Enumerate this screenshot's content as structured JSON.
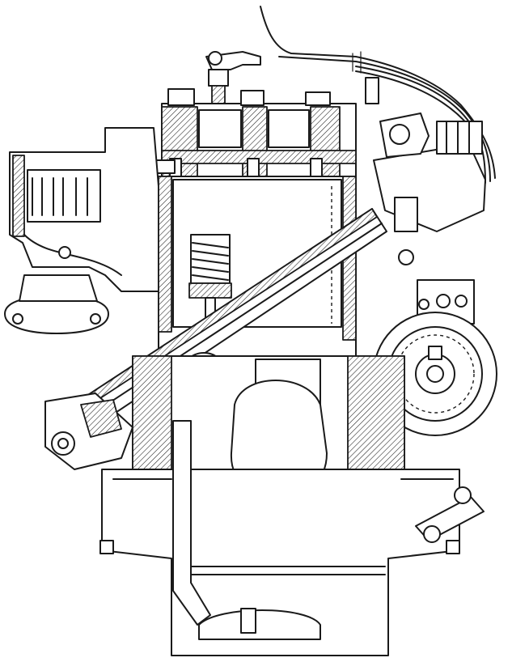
{
  "figure": {
    "kind": "engine-cross-section-line-drawing",
    "colors": {
      "ink": "#1a1a1a",
      "paper": "#ffffff"
    },
    "parts": [
      "cylinder-head",
      "head-bolt",
      "spark-plug",
      "spark-plug-wire",
      "distributor",
      "ignition-cable",
      "intake-manifold",
      "exhaust-flange",
      "cylinder-bore",
      "valve-spring",
      "pushrod",
      "camshaft",
      "crankcase",
      "crankshaft",
      "connecting-rod",
      "oil-pump",
      "oil-pan",
      "oil-strainer",
      "fuel-pump",
      "dipstick-tube",
      "water-pump-pulley",
      "oil-filter"
    ]
  }
}
